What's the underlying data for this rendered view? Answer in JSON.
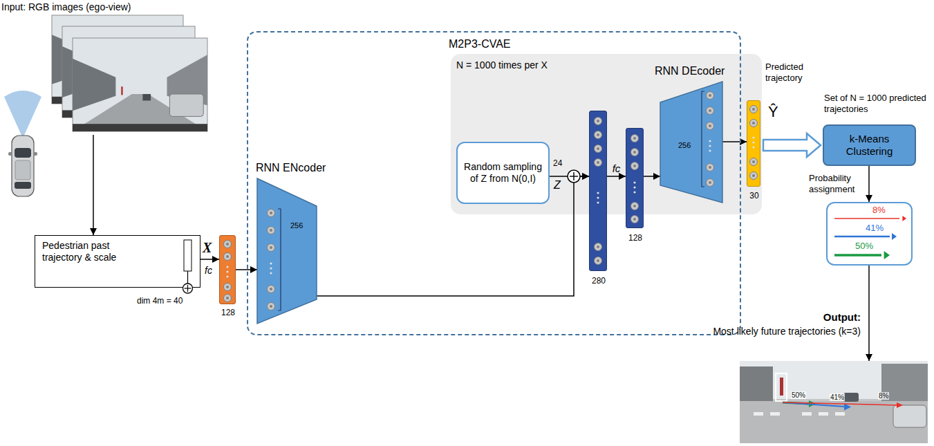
{
  "diagram": {
    "nodes": [
      {
        "text": [
          "Input: RGB images (ego-view)"
        ]
      },
      {
        "text": [
          "M2P3-CVAE"
        ]
      },
      {
        "text": [
          "N = 1000 times per X"
        ],
        "in": 1
      },
      {
        "text": [
          "RNN ENcoder",
          "256"
        ],
        "in": 1
      },
      {
        "text": [
          "Random sampling of Z from N(0,I)"
        ],
        "in": 2
      },
      {
        "text": [
          "280"
        ],
        "in": 2
      },
      {
        "text": [
          "128"
        ],
        "in": 2
      },
      {
        "text": [
          "RNN DEcoder",
          "256"
        ],
        "in": 2
      },
      {
        "text": [
          "Predicted trajectory",
          "Ŷ",
          "30"
        ],
        "in": 2
      },
      {
        "text": [
          "Set of N = 1000 predicted trajectories",
          "k-Means Clustering"
        ]
      },
      {
        "text": [
          "8%",
          "41%",
          "50%"
        ]
      },
      {
        "text": [
          "Pedestrian past trajectory & scale"
        ]
      },
      {
        "text": [
          "128"
        ]
      },
      {
        "text": [
          "50%",
          "41%",
          "8%"
        ]
      }
    ],
    "edges": [
      {
        "from": 0,
        "to": 11,
        "arrow": "to"
      },
      {
        "from": 11,
        "to": 12,
        "arrow": "to",
        "label": "X"
      },
      {
        "from": 12,
        "to": 3,
        "arrow": "to"
      },
      {
        "from": 3,
        "to": 5,
        "arrow": "to"
      },
      {
        "from": 4,
        "to": 5,
        "arrow": "to",
        "label": "Z"
      },
      {
        "from": 5,
        "to": 6,
        "arrow": "to",
        "label": "fc"
      },
      {
        "from": 6,
        "to": 7,
        "arrow": "to"
      },
      {
        "from": 7,
        "to": 8,
        "arrow": "to"
      },
      {
        "from": 8,
        "to": 9,
        "arrow": "to"
      },
      {
        "from": 9,
        "to": 10,
        "arrow": "to",
        "label": "Probability assignment"
      },
      {
        "from": 10,
        "to": 13,
        "arrow": "to"
      }
    ],
    "labels": [
      "dim 4m = 40",
      "fc",
      "24",
      "Output:",
      "Most likely future trajectories (k=3)"
    ]
  }
}
